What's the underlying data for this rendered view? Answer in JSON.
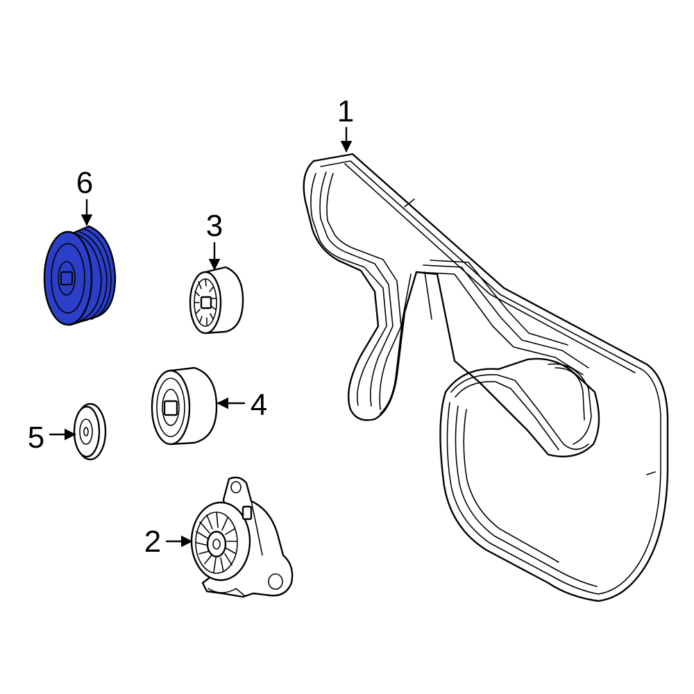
{
  "diagram": {
    "highlight_color": "#2b3fc9",
    "line_color": "#000000",
    "callouts": [
      {
        "id": "belt",
        "label": "1"
      },
      {
        "id": "tensioner",
        "label": "2"
      },
      {
        "id": "idler-pulley-small",
        "label": "3"
      },
      {
        "id": "idler-pulley-large",
        "label": "4"
      },
      {
        "id": "dust-cover",
        "label": "5"
      },
      {
        "id": "grooved-pulley",
        "label": "6"
      }
    ]
  }
}
